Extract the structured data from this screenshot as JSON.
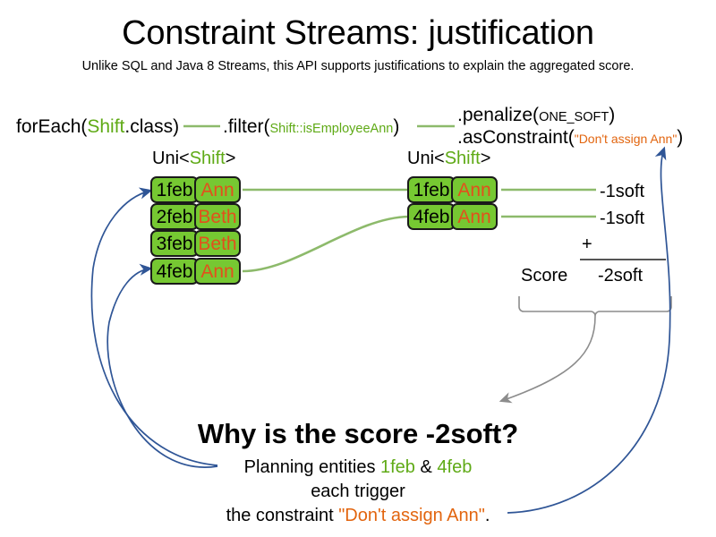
{
  "header": {
    "title": "Constraint Streams: justification",
    "subtitle": "Unlike SQL and Java 8 Streams, this API supports justifications to explain the aggregated score."
  },
  "pipeline": {
    "foreach": {
      "prefix": "forEach(",
      "type": "Shift",
      "suffix": ".class)"
    },
    "filter": {
      "prefix": ".filter(",
      "arg": "Shift::isEmployeeAnn",
      "suffix": ")"
    },
    "penalize": {
      "prefix": ".penalize(",
      "arg": "ONE_SOFT",
      "suffix": ")"
    },
    "as_constraint": {
      "prefix": ".asConstraint(",
      "arg": "\"Don't assign Ann\"",
      "suffix": ")"
    }
  },
  "streams": {
    "left_label": {
      "prefix": "Uni<",
      "type": "Shift",
      "suffix": ">"
    },
    "right_label": {
      "prefix": "Uni<",
      "type": "Shift",
      "suffix": ">"
    },
    "left_rows": [
      {
        "date": "1feb",
        "employee": "Ann"
      },
      {
        "date": "2feb",
        "employee": "Beth"
      },
      {
        "date": "3feb",
        "employee": "Beth"
      },
      {
        "date": "4feb",
        "employee": "Ann"
      }
    ],
    "right_rows": [
      {
        "date": "1feb",
        "employee": "Ann"
      },
      {
        "date": "4feb",
        "employee": "Ann"
      }
    ]
  },
  "scores": {
    "penalties": [
      "-1soft",
      "-1soft"
    ],
    "operator": "+",
    "label": "Score",
    "total": "-2soft"
  },
  "explanation": {
    "heading": "Why is the score -2soft?",
    "line1_prefix": "Planning entities ",
    "line1_entity_a": "1feb",
    "line1_amp": " & ",
    "line1_entity_b": "4feb",
    "line2": "each trigger",
    "line3_prefix": "the constraint ",
    "line3_constraint": "\"Don't assign Ann\"",
    "line3_suffix": "."
  },
  "colors": {
    "chip_fill": "#76c832",
    "chip_border": "#1a1a1a",
    "employee_text": "#e2501c",
    "type_green": "#5faa16",
    "connector_green": "#8dba6b",
    "constraint_orange": "#e2650f",
    "arrow_blue": "#2f5596",
    "brace_gray": "#808080"
  }
}
